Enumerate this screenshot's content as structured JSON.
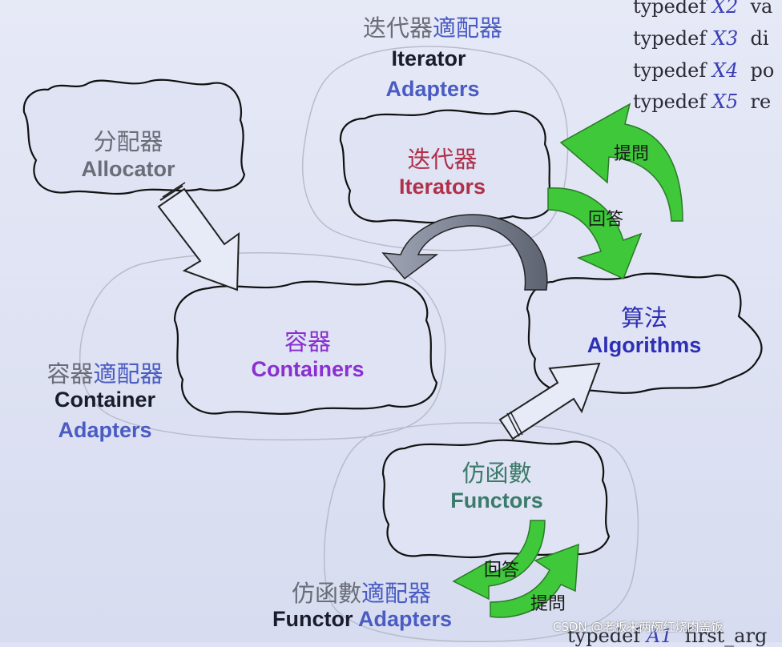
{
  "code": {
    "lines": [
      {
        "keyword": "typedef",
        "var": "X2",
        "tail": "va"
      },
      {
        "keyword": "typedef",
        "var": "X3",
        "tail": "di"
      },
      {
        "keyword": "typedef",
        "var": "X4",
        "tail": "po"
      },
      {
        "keyword": "typedef",
        "var": "X5",
        "tail": "re"
      }
    ],
    "bottom_keyword": "typedef",
    "bottom_var": "A1",
    "bottom_tail": "first_arg"
  },
  "iterator_adapters": {
    "cn_prefix": "迭代器",
    "cn_suffix": "適配器",
    "en_line1": "Iterator",
    "en_line2": "Adapters"
  },
  "allocator": {
    "cn": "分配器",
    "en": "Allocator"
  },
  "iterators": {
    "cn": "迭代器",
    "en": "Iterators"
  },
  "containers": {
    "cn": "容器",
    "en": "Containers"
  },
  "algorithms": {
    "cn": "算法",
    "en": "Algorithms"
  },
  "container_adapters": {
    "cn_prefix": "容器",
    "cn_suffix": "適配器",
    "en_line1": "Container",
    "en_line2": "Adapters"
  },
  "functors": {
    "cn": "仿函數",
    "en": "Functors"
  },
  "functor_adapters": {
    "cn_prefix": "仿函數",
    "cn_suffix": "適配器",
    "en_line1": "Functor",
    "en_line2": "Adapters"
  },
  "arrows": {
    "ask_top": "提問",
    "answer_top": "回答",
    "answer_bottom": "回答",
    "ask_bottom": "提問"
  },
  "watermark": "CSDN @老板来两碗红烧肉盖饭",
  "colors": {
    "background": "#dfe3f4",
    "green_arrow": "#3ec83a",
    "adapters_blue": "#4a5cc2"
  }
}
